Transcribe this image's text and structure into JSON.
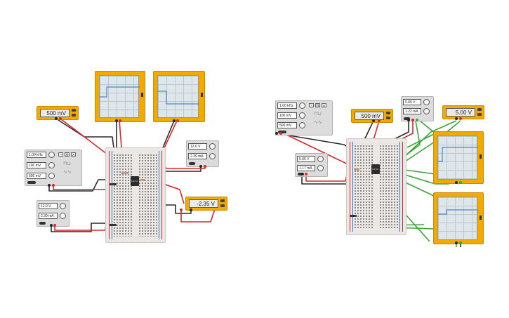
{
  "circuit_left": {
    "function_generator": {
      "frequency": "1.00 kHz",
      "amplitude": "100 mV",
      "offset": "500 mV",
      "waveforms": [
        "sine",
        "square",
        "triangle"
      ]
    },
    "power_supply_top": {
      "voltage": "12.0 V",
      "current": "2.39 mA"
    },
    "power_supply_bottom": {
      "voltage": "12.0 V",
      "current": "2.39 mA"
    },
    "multimeter_input": {
      "reading": "500 mV"
    },
    "multimeter_output": {
      "reading": "-2.35 V"
    },
    "chip_label": "LM741"
  },
  "circuit_right": {
    "function_generator": {
      "frequency": "1.00 kHz",
      "amplitude": "100 mV",
      "offset": "500 mV",
      "waveforms": [
        "sine",
        "square",
        "triangle"
      ]
    },
    "power_supply_top": {
      "voltage": "5.00 V",
      "current": "1.22 mA"
    },
    "power_supply_left": {
      "voltage": "5.00 V",
      "current": "1.17 mA"
    },
    "multimeter_input": {
      "reading": "500 mV"
    },
    "multimeter_output": {
      "reading": "5.00 V"
    },
    "chip_label": "LM741"
  },
  "colors": {
    "wire_red": "#d42a2a",
    "wire_black": "#2a2a2a",
    "wire_green": "#3aa53a",
    "instrument_yellow": "#f2a900",
    "scope_trace": "#4a86c8"
  }
}
